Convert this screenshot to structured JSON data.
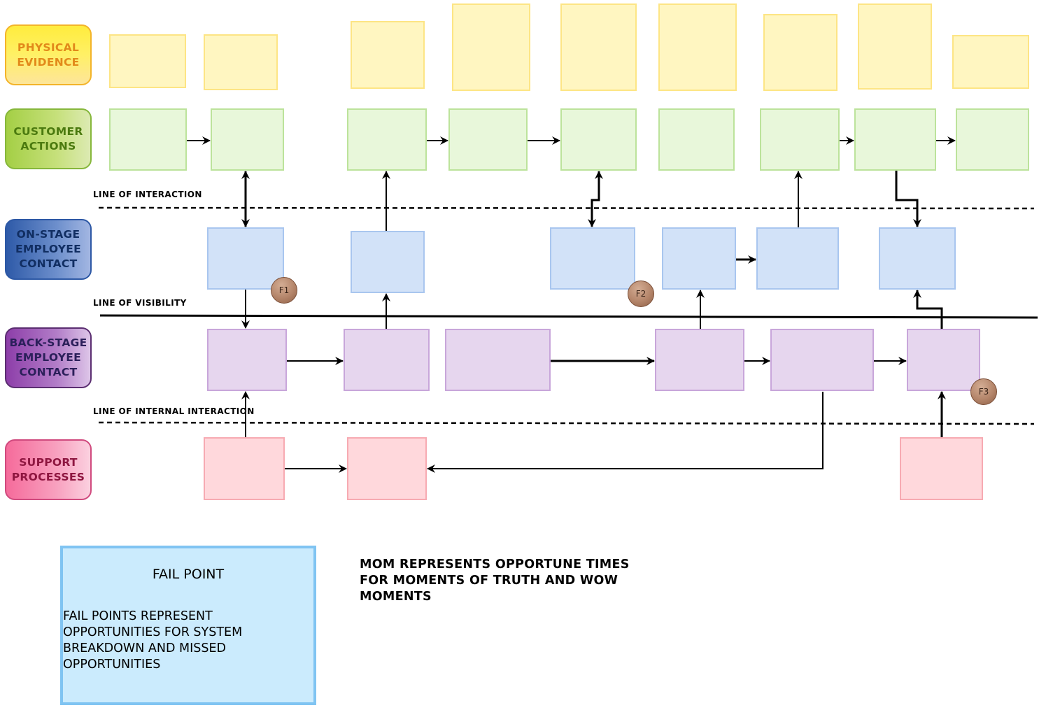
{
  "lanes": {
    "physical_evidence": "PHYSICAL\nEVIDENCE",
    "customer_actions": "CUSTOMER\nACTIONS",
    "onstage_contact": "ON-STAGE\nEMPLOYEE\nCONTACT",
    "backstage_contact": "BACK-STAGE\nEMPLOYEE\nCONTACT",
    "support_processes": "SUPPORT\nPROCESSES"
  },
  "lines": {
    "interaction": "LINE OF INTERACTION",
    "visibility": "LINE OF VISIBILITY",
    "internal_interaction": "LINE OF INTERNAL INTERACTION"
  },
  "fail_points": {
    "f1": "F1",
    "f2": "F2",
    "f3": "F3"
  },
  "legend": {
    "title": "FAIL POINT",
    "text": "FAIL POINTS REPRESENT OPPORTUNITIES FOR SYSTEM BREAKDOWN AND MISSED OPPORTUNITIES"
  },
  "mom_note": "MOM REPRESENTS OPPORTUNE TIMES FOR MOMENTS OF TRUTH AND WOW MOMENTS",
  "colors": {
    "physical_evidence": "#fff6c1",
    "customer_actions": "#e8f7da",
    "onstage_contact": "#d2e2f8",
    "backstage_contact": "#e6d6ee",
    "support_processes": "#ffd8dc",
    "fail_point": "#b4856a"
  }
}
